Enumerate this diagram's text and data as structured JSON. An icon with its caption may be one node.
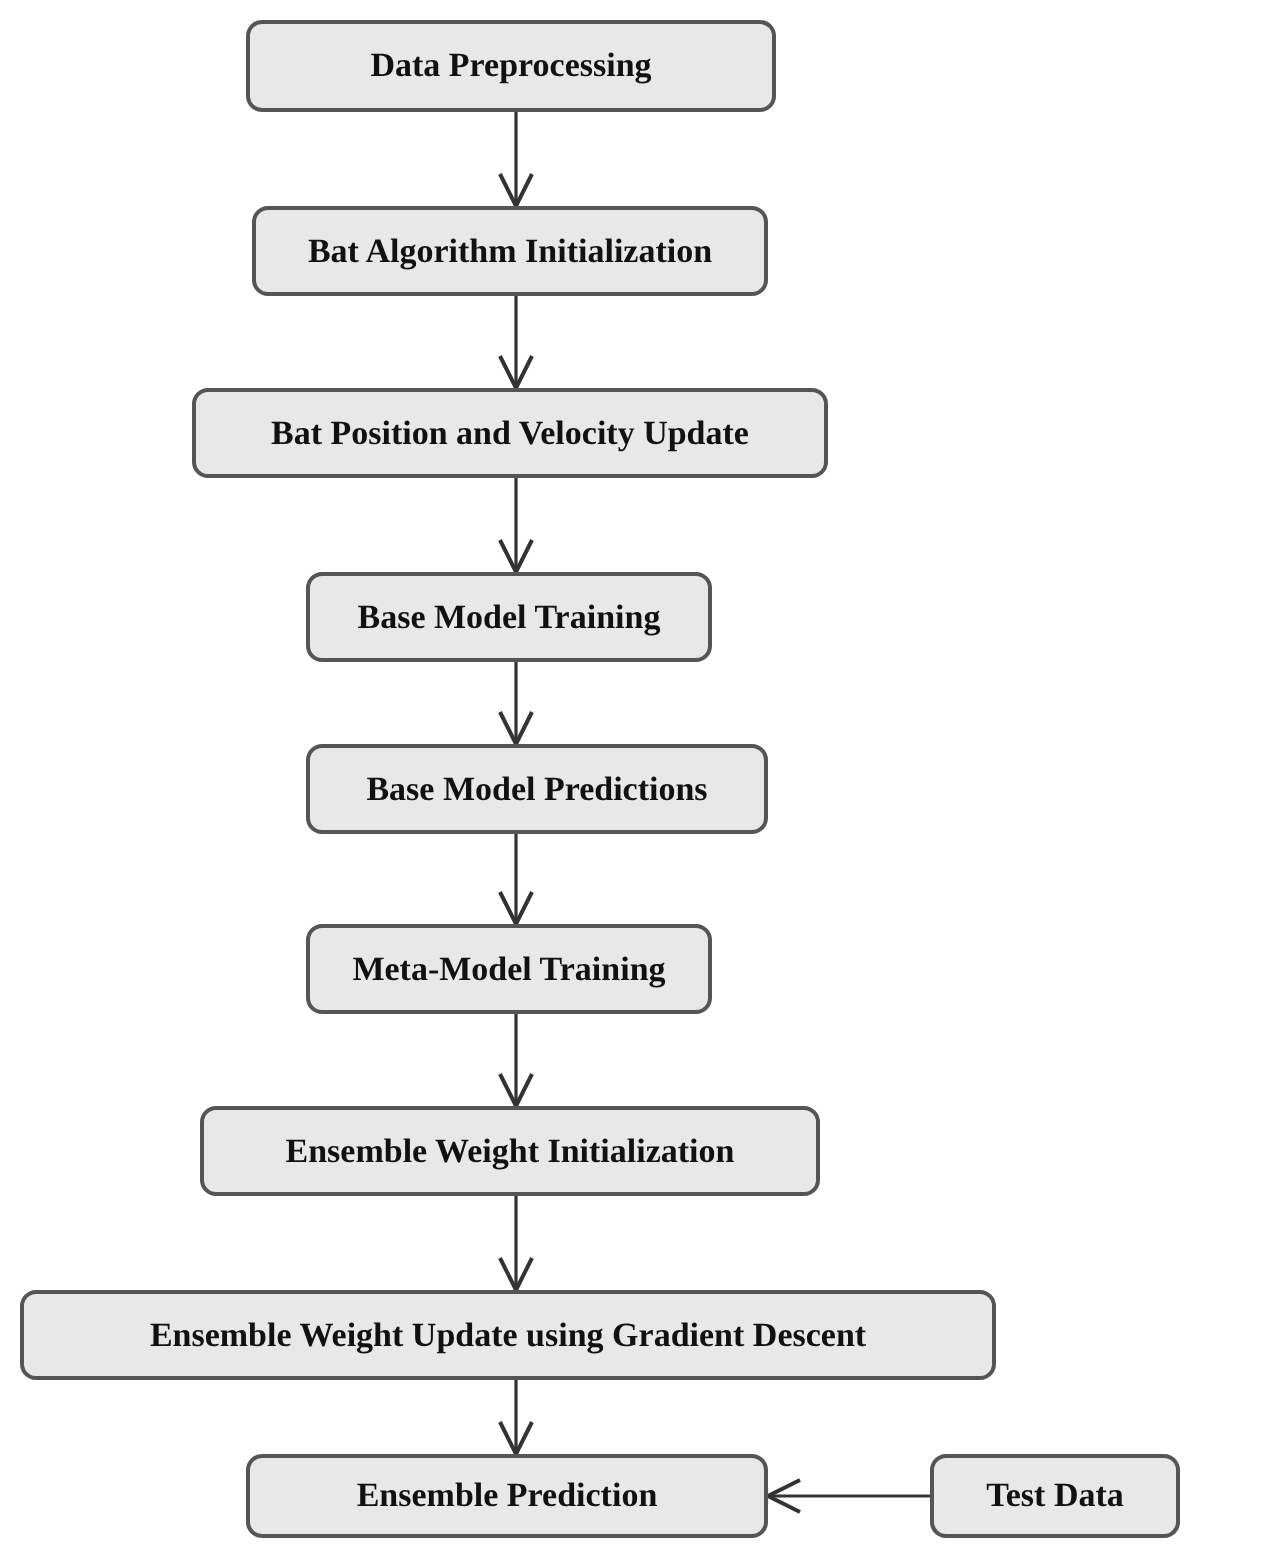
{
  "diagram": {
    "nodes": [
      {
        "text": [
          "Data Preprocessing"
        ]
      },
      {
        "text": [
          "Bat Algorithm Initialization"
        ]
      },
      {
        "text": [
          "Bat Position and Velocity Update"
        ]
      },
      {
        "text": [
          "Base Model Training"
        ]
      },
      {
        "text": [
          "Base Model Predictions"
        ]
      },
      {
        "text": [
          "Meta-Model Training"
        ]
      },
      {
        "text": [
          "Ensemble Weight Initialization"
        ]
      },
      {
        "text": [
          "Ensemble Weight Update using Gradient Descent"
        ]
      },
      {
        "text": [
          "Ensemble Prediction"
        ]
      },
      {
        "text": [
          "Test Data"
        ]
      }
    ],
    "edges": [
      {
        "from": 0,
        "to": 1,
        "arrow": "to"
      },
      {
        "from": 1,
        "to": 2,
        "arrow": "to"
      },
      {
        "from": 2,
        "to": 3,
        "arrow": "to"
      },
      {
        "from": 3,
        "to": 4,
        "arrow": "to"
      },
      {
        "from": 4,
        "to": 5,
        "arrow": "to"
      },
      {
        "from": 5,
        "to": 6,
        "arrow": "to"
      },
      {
        "from": 6,
        "to": 7,
        "arrow": "to"
      },
      {
        "from": 7,
        "to": 8,
        "arrow": "to"
      },
      {
        "from": 9,
        "to": 8,
        "arrow": "to"
      }
    ]
  }
}
